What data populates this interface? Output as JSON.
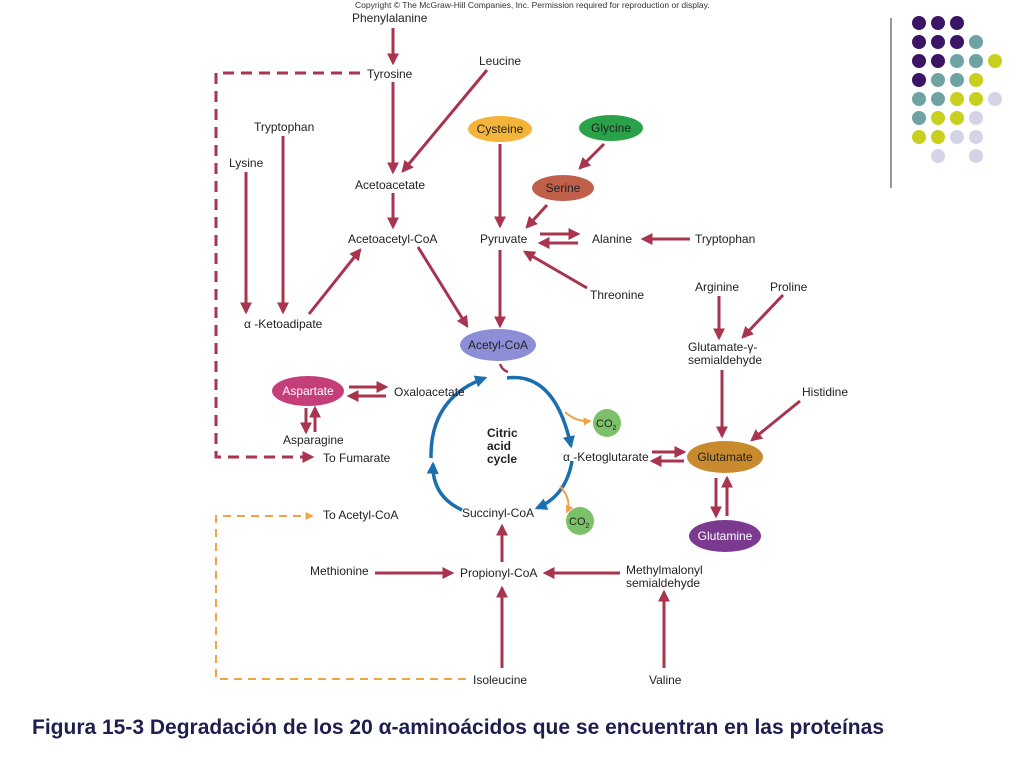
{
  "copyright": "Copyright © The McGraw-Hill Companies, Inc. Permission required for reproduction or display.",
  "caption": "Figura 15-3 Degradación de los 20 α-aminoácidos que se encuentran en las proteínas",
  "nodes": {
    "phenylalanine": "Phenylalanine",
    "tyrosine": "Tyrosine",
    "leucine": "Leucine",
    "tryptophan_left": "Tryptophan",
    "lysine": "Lysine",
    "acetoacetate": "Acetoacetate",
    "acetoacetyl_coa": "Acetoacetyl-CoA",
    "ketoadipate": "α -Ketoadipate",
    "cysteine": "Cysteine",
    "glycine": "Glycine",
    "serine": "Serine",
    "pyruvate": "Pyruvate",
    "alanine": "Alanine",
    "tryptophan_right": "Tryptophan",
    "threonine": "Threonine",
    "arginine": "Arginine",
    "proline": "Proline",
    "glutamate_semialdehyde_1": "Glutamate-γ-",
    "glutamate_semialdehyde_2": "semialdehyde",
    "histidine": "Histidine",
    "acetyl_coa": "Acetyl-CoA",
    "aspartate": "Aspartate",
    "oxaloacetate": "Oxaloacetate",
    "asparagine": "Asparagine",
    "to_fumarate": "To Fumarate",
    "citric_1": "Citric",
    "citric_2": "acid",
    "citric_3": "cycle",
    "co2_top": "CO",
    "co2_top_sub": "2",
    "ketoglutarate": "α -Ketoglutarate",
    "glutamate": "Glutamate",
    "glutamine": "Glutamine",
    "succinyl_coa": "Succinyl-CoA",
    "co2_bottom": "CO",
    "co2_bottom_sub": "2",
    "to_acetyl_coa": "To Acetyl-CoA",
    "methionine": "Methionine",
    "propionyl_coa": "Propionyl-CoA",
    "methylmalonyl_1": "Methylmalonyl",
    "methylmalonyl_2": "semialdehyde",
    "isoleucine": "Isoleucine",
    "valine": "Valine"
  },
  "colors": {
    "arrow": "#a8344e",
    "cycle": "#1b6fae",
    "co2_arrow": "#f0a347",
    "cysteine": "#f4b43a",
    "glycine": "#2aa249",
    "serine": "#c0604a",
    "acetyl_coa": "#8d8ed8",
    "aspartate": "#c43f7a",
    "glutamate": "#c98a2e",
    "glutamine": "#7b3a8f",
    "co2": "#7cc06a",
    "dot_purple": "#3b1466",
    "dot_teal": "#6fa3a3",
    "dot_yellow": "#c8cf1e",
    "dot_lavender": "#d4d4e6"
  },
  "decoration_dots": [
    [
      "dot_purple",
      "dot_purple",
      "dot_purple",
      null
    ],
    [
      "dot_purple",
      "dot_purple",
      "dot_purple",
      "dot_teal"
    ],
    [
      "dot_purple",
      "dot_purple",
      "dot_teal",
      "dot_teal",
      "dot_yellow"
    ],
    [
      "dot_purple",
      "dot_teal",
      "dot_teal",
      "dot_yellow"
    ],
    [
      "dot_teal",
      "dot_teal",
      "dot_yellow",
      "dot_yellow",
      "dot_lavender"
    ],
    [
      "dot_teal",
      "dot_yellow",
      "dot_yellow",
      "dot_lavender"
    ],
    [
      "dot_yellow",
      "dot_yellow",
      "dot_lavender",
      "dot_lavender"
    ],
    [
      null,
      "dot_lavender",
      null,
      "dot_lavender"
    ]
  ]
}
